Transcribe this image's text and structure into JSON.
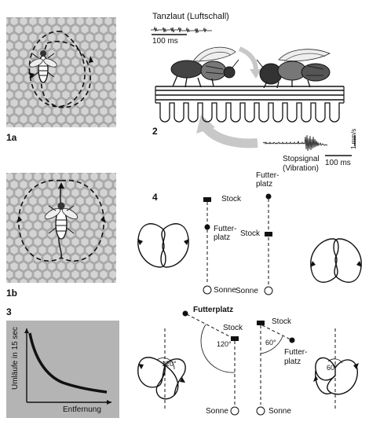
{
  "panels": {
    "p1a": "1a",
    "p1b": "1b",
    "p2": "2",
    "p3": "3",
    "p4": "4"
  },
  "panel2": {
    "tanzlaut": "Tanzlaut (Luftschall)",
    "scale_top": "100 ms",
    "stopsignal_1": "Stopsignal",
    "stopsignal_2": "(Vibration)",
    "scale_bottom": "100 ms",
    "vertical_scale": "1 mm/s"
  },
  "panel3": {
    "ylabel": "Umläufe in 15 sec",
    "xlabel": "Entfernung"
  },
  "panel4": {
    "stock": "Stock",
    "futter_1": "Futter-",
    "futter_2": "platz",
    "sonne": "Sonne",
    "futterplatz": "Futterplatz",
    "angle_120": "120°",
    "angle_60": "60°"
  },
  "colors": {
    "comb_bg": "#a8a8a8",
    "comb_cell": "#d4d4d4",
    "graph_bg": "#b4b4b4",
    "arrow_gray": "#c8c8c8"
  }
}
